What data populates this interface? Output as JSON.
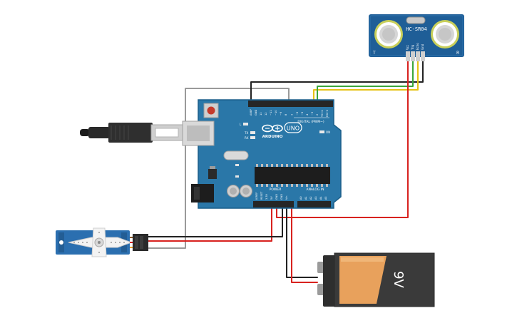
{
  "sensor": {
    "model": "HC-SR04",
    "corner_left": "T",
    "corner_right": "R",
    "pins": [
      "Vcc",
      "Trig",
      "Echo",
      "Gnd"
    ]
  },
  "arduino": {
    "brand": "ARDUINO",
    "model": "UNO",
    "digital_label": "DIGITAL (PWM~)",
    "power_label": "POWER",
    "analog_label": "ANALOG IN",
    "led_on": "ON",
    "led_l": "L",
    "led_tx": "TX",
    "led_rx": "RX",
    "top_pins": [
      "AREF",
      "GND",
      "13",
      "12",
      "~11",
      "~10",
      "~9",
      "8",
      "7",
      "~6",
      "~5",
      "4",
      "~3",
      "2",
      "TX→1",
      "RX←0"
    ],
    "power_pins": [
      "IOREF",
      "RESET",
      "3.3V",
      "5V",
      "GND",
      "GND",
      "Vin"
    ],
    "analog_pins": [
      "A0",
      "A1",
      "A2",
      "A3",
      "A4",
      "A5"
    ]
  },
  "battery": {
    "label": "9V"
  },
  "colors": {
    "board": "#2a77a8",
    "board_dark": "#1b5f8a",
    "wire_black": "#222222",
    "wire_red": "#d8221f",
    "wire_green": "#3aa63a",
    "wire_yellow": "#e6c215",
    "wire_gray": "#9a9a9a",
    "servo": "#2b6fb0",
    "battery_body": "#3a3a3a",
    "battery_label": "#e8a15c"
  }
}
